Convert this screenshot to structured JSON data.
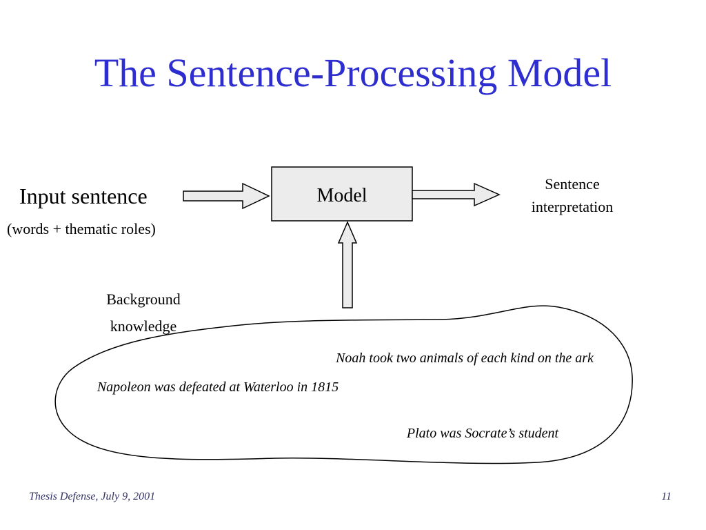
{
  "slide": {
    "title": "The Sentence-Processing Model"
  },
  "diagram": {
    "input": {
      "label": "Input sentence",
      "sublabel": "(words + thematic roles)"
    },
    "model": {
      "label": "Model"
    },
    "output": {
      "label": "Sentence interpretation"
    },
    "background": {
      "label": "Background knowledge"
    },
    "knowledge_items": [
      "Noah took two animals of each kind on the ark",
      "Napoleon was defeated at Waterloo in 1815",
      "Plato was Socrate’s student"
    ]
  },
  "footer": {
    "left": "Thesis Defense, July 9, 2001",
    "page_number": "11"
  },
  "colors": {
    "title": "#2e2ed0",
    "model_box_fill": "#ececec",
    "arrow_fill": "#ececec",
    "footer": "#333366"
  }
}
